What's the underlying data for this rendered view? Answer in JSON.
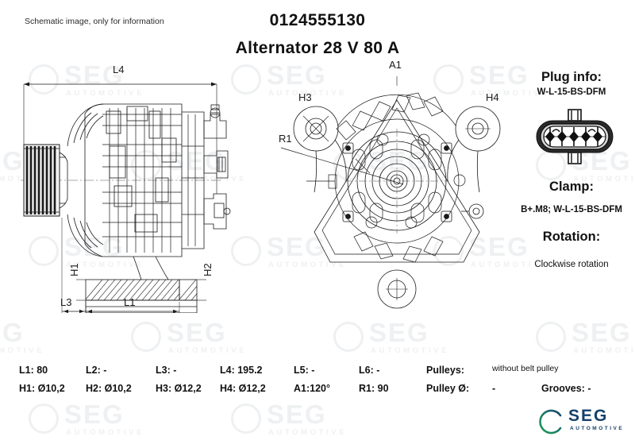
{
  "note": "Schematic image, only for information",
  "title": {
    "part_number": "0124555130",
    "description": "Alternator 28 V 80 A"
  },
  "right_panel": {
    "plug_info_label": "Plug info:",
    "plug_info_value": "W-L-15-BS-DFM",
    "plug_connector_icon": "5-pin-oval-connector-icon",
    "clamp_label": "Clamp:",
    "clamp_value": "B+.M8; W-L-15-BS-DFM",
    "rotation_label": "Rotation:",
    "rotation_value": "Clockwise rotation"
  },
  "drawings": {
    "side_view": {
      "name": "alternator-side-view",
      "dimension_labels": [
        "L4",
        "H1",
        "H2",
        "L3",
        "L1"
      ]
    },
    "front_view": {
      "name": "alternator-front-view",
      "dimension_labels": [
        "A1",
        "H3",
        "H4",
        "R1"
      ]
    }
  },
  "specs": {
    "row1": [
      {
        "label": "L1: 80"
      },
      {
        "label": "L2: -"
      },
      {
        "label": "L3: -"
      },
      {
        "label": "L4: 195.2"
      },
      {
        "label": "L5: -"
      },
      {
        "label": "L6: -"
      },
      {
        "label": "Pulleys:"
      }
    ],
    "row2": [
      {
        "label": "H1: Ø10,2"
      },
      {
        "label": "H2: Ø10,2"
      },
      {
        "label": "H3: Ø12,2"
      },
      {
        "label": "H4: Ø12,2"
      },
      {
        "label": "A1:120°"
      },
      {
        "label": "R1: 90"
      },
      {
        "label": "Pulley Ø:"
      }
    ],
    "pulleys_value": "without belt pulley",
    "pulley_diameter_value": "-",
    "grooves_label": "Grooves: -"
  },
  "logo": {
    "name": "SEG",
    "tagline": "AUTOMOTIVE",
    "ring_green": "#1f9d55",
    "ring_navy": "#15406b",
    "text_navy": "#15406b"
  },
  "watermark": {
    "name": "SEG",
    "tagline": "AUTOMOTIVE",
    "color": "#eef0f2"
  }
}
